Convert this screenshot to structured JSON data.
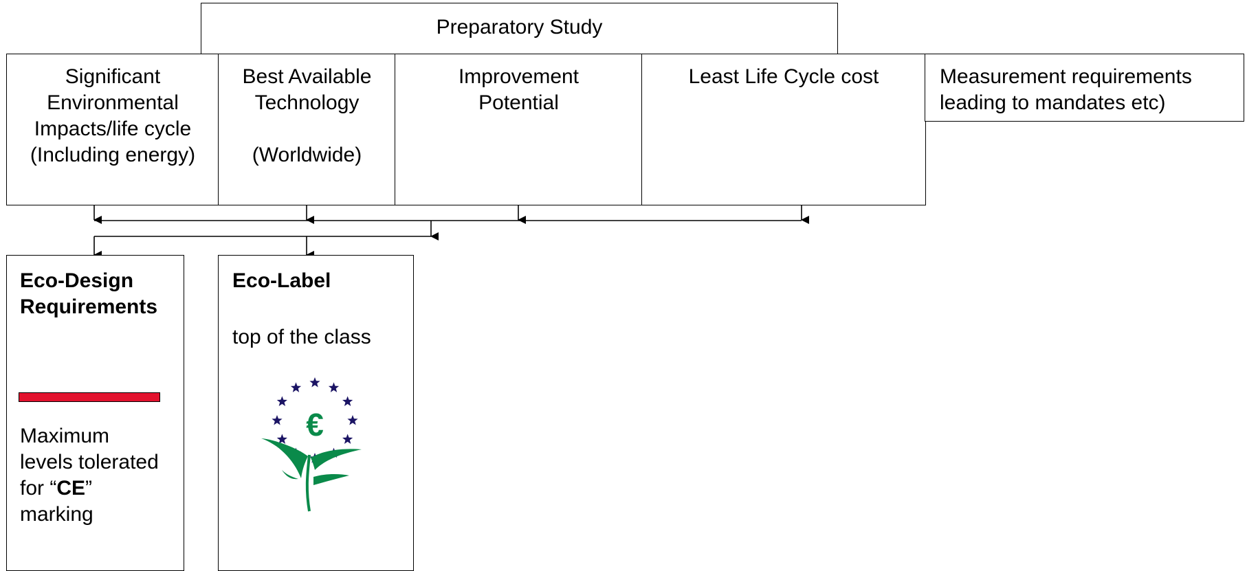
{
  "preparatory_study": "Preparatory Study",
  "columns": [
    {
      "lines": [
        "Significant",
        "Environmental",
        "Impacts/life cycle",
        "(Including energy)"
      ]
    },
    {
      "lines": [
        "Best Available",
        "Technology",
        "",
        "(Worldwide)"
      ]
    },
    {
      "lines": [
        "Improvement",
        "Potential"
      ]
    },
    {
      "lines": [
        "Least Life Cycle cost"
      ]
    }
  ],
  "measurement": {
    "lines": [
      "Measurement requirements",
      "leading to mandates etc)"
    ]
  },
  "eco_design": {
    "title_line1": "Eco-Design",
    "title_line2": "Requirements",
    "desc_line1": "Maximum",
    "desc_line2": "levels tolerated",
    "desc_line3_pre": "for “",
    "desc_line3_bold": "CE",
    "desc_line3_post": "”",
    "desc_line4": "marking",
    "bar_color": "#e3122e"
  },
  "eco_label": {
    "title": "Eco-Label",
    "subtitle": "top of the class",
    "logo": "eu-ecolabel-flower",
    "logo_letter": "€",
    "star_color": "#1b1464",
    "leaf_color": "#0a8a4a"
  }
}
